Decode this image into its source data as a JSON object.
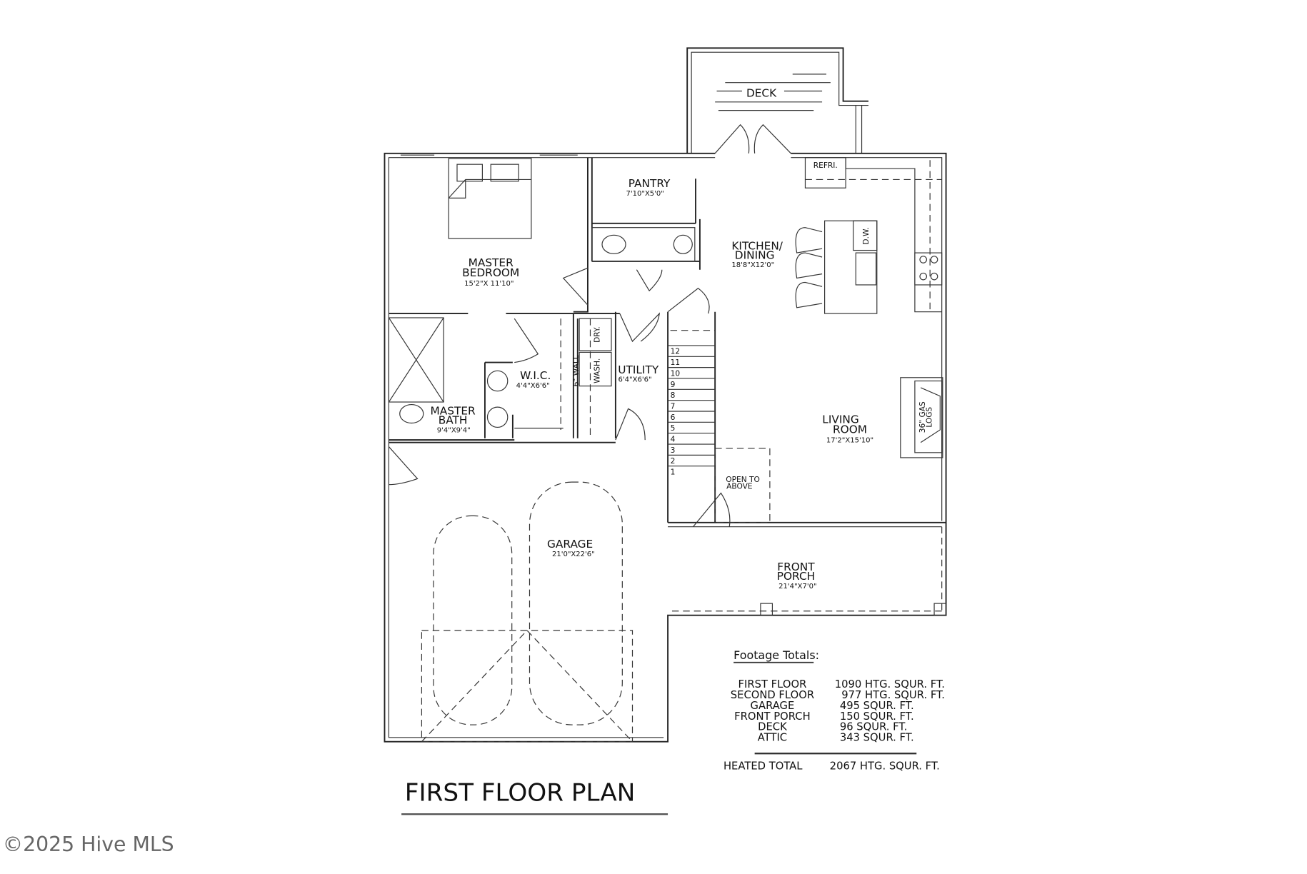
{
  "rooms": {
    "deck": "DECK",
    "pantry": "PANTRY",
    "pantry_dim": "7'10\"X5'0\"",
    "master_bedroom_1": "MASTER",
    "master_bedroom_2": "BEDROOM",
    "master_bedroom_dim": "15'2\"X 11'10\"",
    "kitchen_1": "KITCHEN/",
    "kitchen_2": "DINING",
    "kitchen_dim": "18'8\"X12'0\"",
    "refri": "REFRI.",
    "dw": "D.W.",
    "wic": "W.I.C.",
    "wic_dim": "4'4\"X6'6\"",
    "six_wall": "6\" WALL",
    "dry": "DRY.",
    "wash": "WASH.",
    "utility": "UTILITY",
    "utility_dim": "6'4\"X6'6\"",
    "master_bath_1": "MASTER",
    "master_bath_2": "BATH",
    "master_bath_dim": "9'4\"X9'4\"",
    "living_1": "LIVING",
    "living_2": "ROOM",
    "living_dim": "17'2\"X15'10\"",
    "gas_1": "36\" GAS",
    "gas_2": "LOGS",
    "open_1": "OPEN TO",
    "open_2": "ABOVE",
    "garage": "GARAGE",
    "garage_dim": "21'0\"X22'6\"",
    "porch_1": "FRONT",
    "porch_2": "PORCH",
    "porch_dim": "21'4\"X7'0\""
  },
  "stairs": [
    "12",
    "11",
    "10",
    "9",
    "8",
    "7",
    "6",
    "5",
    "4",
    "3",
    "2",
    "1"
  ],
  "footage": {
    "title": "Footage Totals:",
    "rows": [
      {
        "label": "FIRST FLOOR",
        "value": "1090 HTG. SQUR. FT."
      },
      {
        "label": "SECOND FLOOR",
        "value": "977 HTG. SQUR. FT."
      },
      {
        "label": "GARAGE",
        "value": "495 SQUR. FT."
      },
      {
        "label": "FRONT PORCH",
        "value": "150 SQUR. FT."
      },
      {
        "label": "DECK",
        "value": "96 SQUR. FT."
      },
      {
        "label": "ATTIC",
        "value": "343 SQUR. FT."
      }
    ],
    "total_label": "HEATED TOTAL",
    "total_value": "2067  HTG. SQUR. FT."
  },
  "plan_title": "FIRST FLOOR PLAN",
  "watermark": "©2025 Hive MLS"
}
